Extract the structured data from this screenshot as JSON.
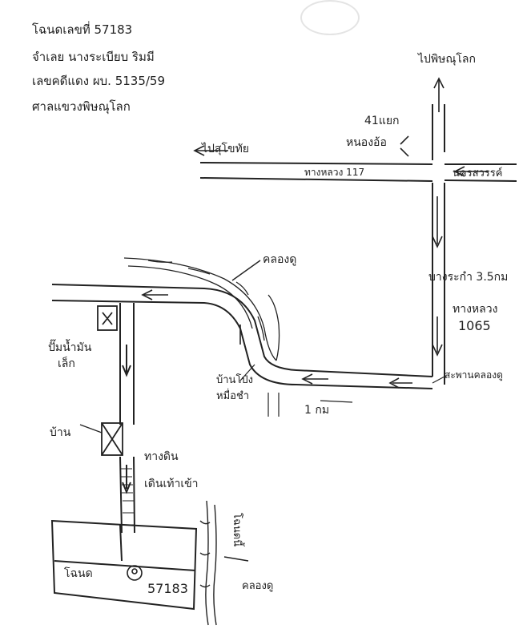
{
  "header": {
    "lines": [
      "โฉนดเลขที่ 57183",
      "จำเลย นางระเบียบ ริมมี",
      "เลขคดีแดง ผบ. 5135/59",
      "ศาลแขวงพิษณุโลก"
    ]
  },
  "labels": {
    "to_phitsanulok": "ไปพิษณุโลก",
    "intersection_41": "41แยก",
    "nong_oo": "หนองอ้อ",
    "to_sukhothai": "ไปสุโขทัย",
    "highway_117": "ทางหลวง 117",
    "nakhon_sawan": "นครสวรรค์",
    "khlong_top": "คลองดู",
    "bang_krathum": "บางระกำ 3.5กม",
    "highway_1065_a": "ทางหลวง",
    "highway_1065_b": "1065",
    "water_pipe_1": "ปั๊มน้ำมัน",
    "water_pipe_2": "เล็ก",
    "house_1": "บ้านโป่ง",
    "house_2": "หมื่อชำ",
    "distance_1km": "1 กม",
    "bridge": "สะพานคลองดู",
    "house": "บ้าน",
    "dirt_road": "ทางดิน",
    "footpath": "เดินเท้าเข้า",
    "land_title": "โฉนด",
    "deed_no": "57183",
    "vertical_note": "โฉนดนี้",
    "khlong_bottom": "คลองดู"
  },
  "colors": {
    "ink": "#222222",
    "paper": "#ffffff"
  }
}
